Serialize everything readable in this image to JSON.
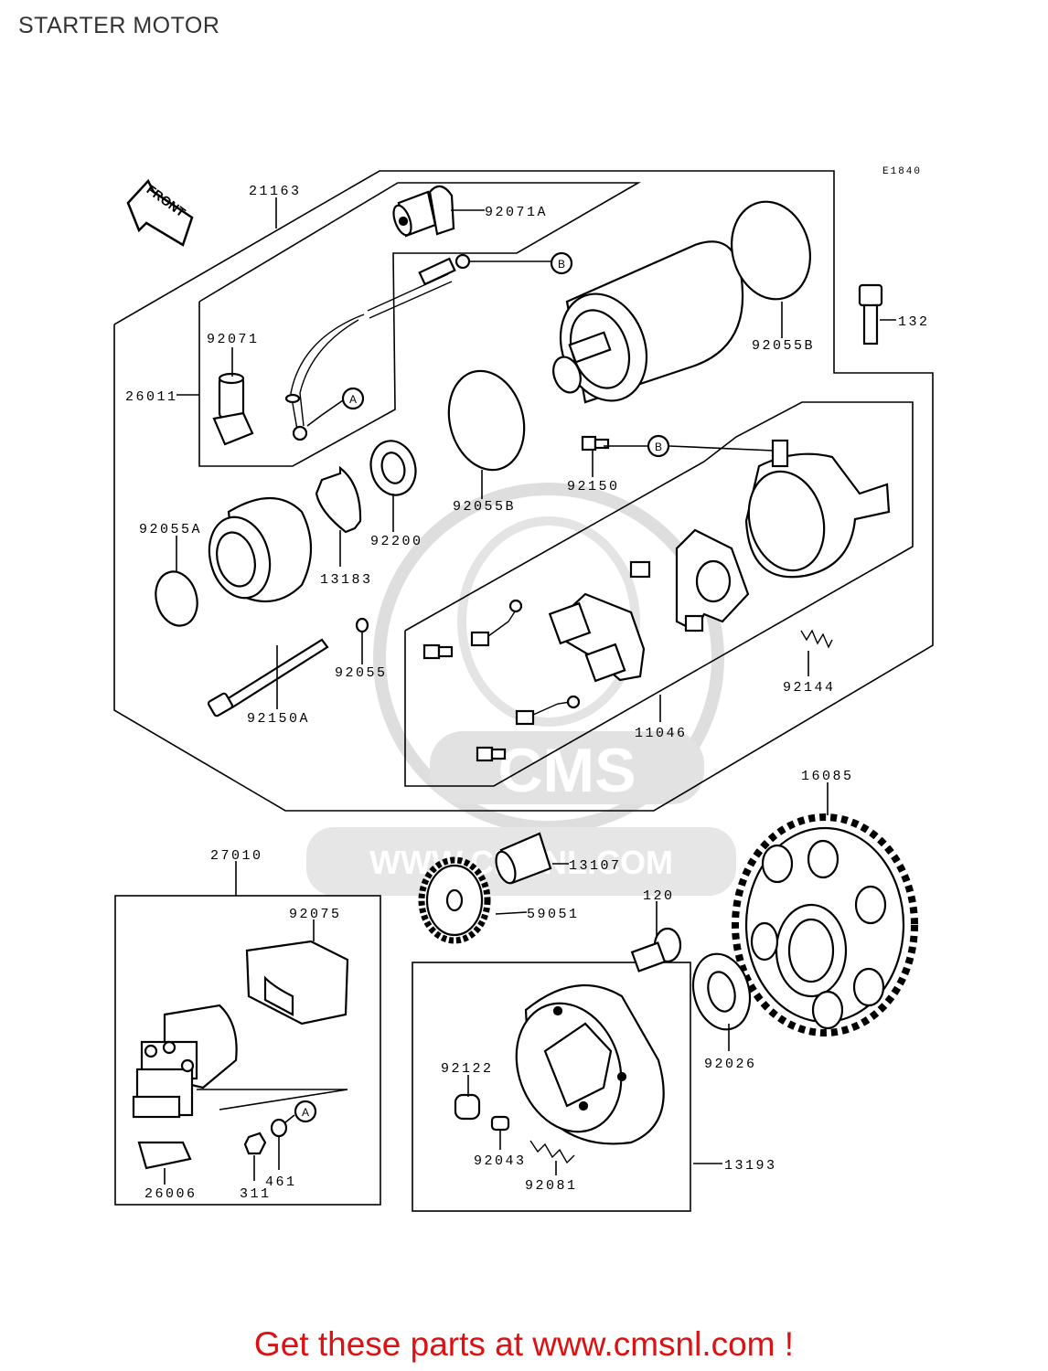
{
  "title": "STARTER MOTOR",
  "diagram_code": "E1840",
  "front_label": "FRONT",
  "watermark": {
    "brand": "CMS",
    "url": "WWW.CMSNL.COM"
  },
  "footer": "Get these parts at www.cmsnl.com !",
  "callouts": {
    "a": "A",
    "b": "B"
  },
  "parts": {
    "p21163": "21163",
    "p92071A": "92071A",
    "p92071": "92071",
    "p26011": "26011",
    "p92055B_top": "92055B",
    "p132": "132",
    "p92055B_mid": "92055B",
    "p92150": "92150",
    "p92200": "92200",
    "p13183": "13183",
    "p92055A": "92055A",
    "p92055": "92055",
    "p92150A": "92150A",
    "p92144": "92144",
    "p11046": "11046",
    "p16085": "16085",
    "p27010": "27010",
    "p13107": "13107",
    "p92075": "92075",
    "p59051": "59051",
    "p120": "120",
    "p92026": "92026",
    "p92122": "92122",
    "p92043": "92043",
    "p92081": "92081",
    "p13193": "13193",
    "p311": "311",
    "p461": "461",
    "p26006": "26006"
  },
  "colors": {
    "footer": "#dd1111",
    "watermark": "#d9d9d9",
    "line": "#000000"
  }
}
